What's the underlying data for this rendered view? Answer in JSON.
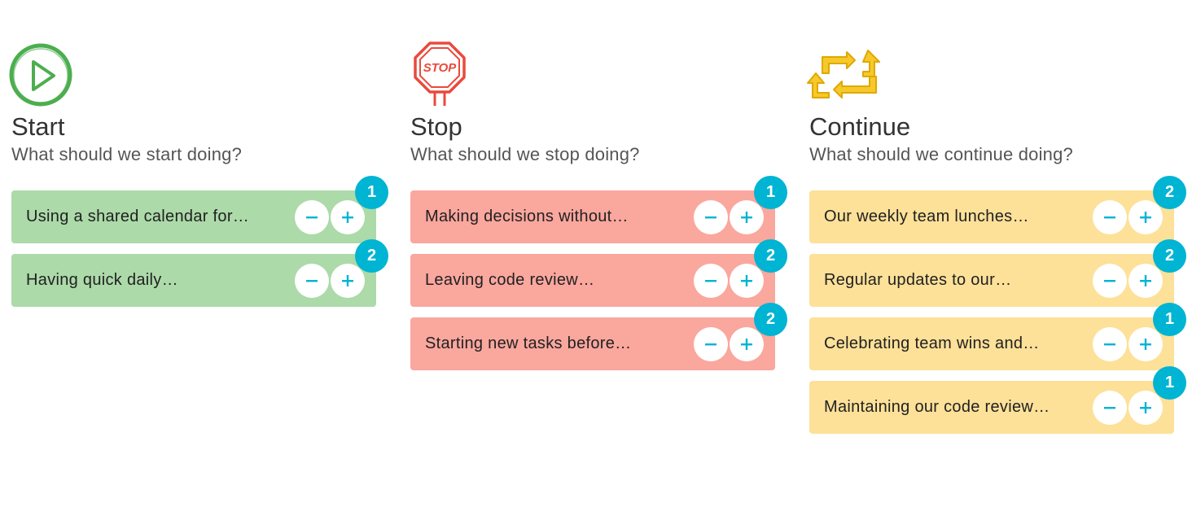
{
  "colors": {
    "start": "#acdaa9",
    "stop": "#faa79e",
    "continue": "#fde199",
    "badge": "#00b4d3"
  },
  "columns": [
    {
      "id": "start",
      "icon": "play-icon",
      "title": "Start",
      "subtitle": "What should we start doing?",
      "cards": [
        {
          "text": "Using a shared calendar for…",
          "votes": "1"
        },
        {
          "text": "Having quick daily…",
          "votes": "2"
        }
      ]
    },
    {
      "id": "stop",
      "icon": "stop-sign-icon",
      "icon_text": "STOP",
      "title": "Stop",
      "subtitle": "What should we stop doing?",
      "cards": [
        {
          "text": "Making decisions without…",
          "votes": "1"
        },
        {
          "text": "Leaving code review…",
          "votes": "2"
        },
        {
          "text": "Starting new tasks before…",
          "votes": "2"
        }
      ]
    },
    {
      "id": "continue",
      "icon": "repeat-arrows-icon",
      "title": "Continue",
      "subtitle": "What should we continue doing?",
      "cards": [
        {
          "text": "Our weekly team lunches…",
          "votes": "2"
        },
        {
          "text": "Regular updates to our…",
          "votes": "2"
        },
        {
          "text": "Celebrating team wins and…",
          "votes": "1"
        },
        {
          "text": "Maintaining our code review…",
          "votes": "1"
        }
      ]
    }
  ]
}
